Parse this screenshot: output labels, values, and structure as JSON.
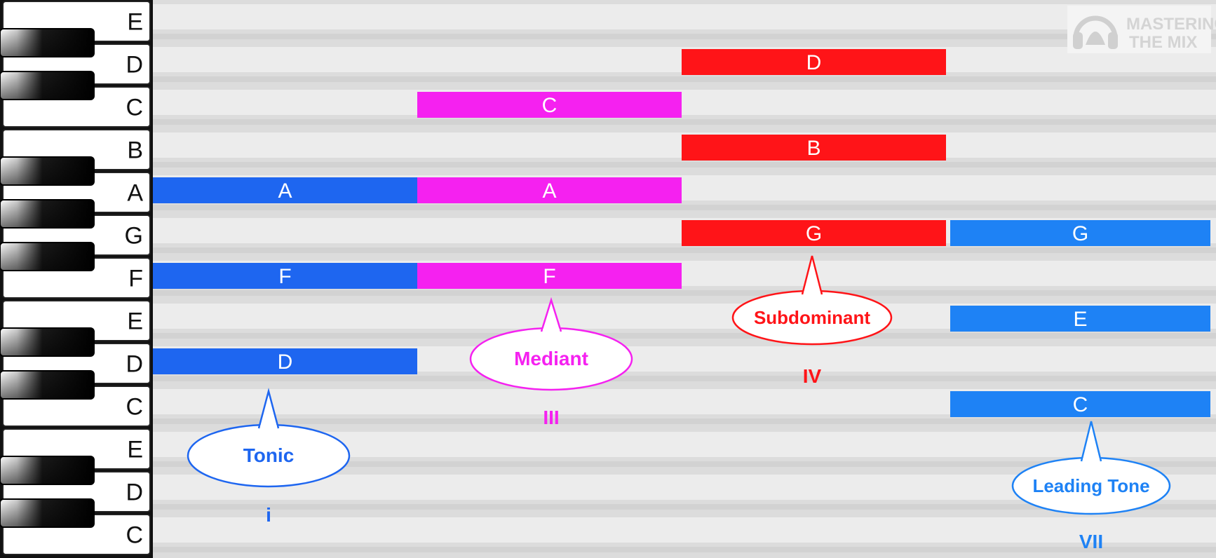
{
  "watermark": {
    "line1": "MASTERING",
    "line2": "THE MIX",
    "icon": "headphones-icon"
  },
  "key_labels": [
    "E",
    "D",
    "C",
    "B",
    "A",
    "G",
    "F",
    "E",
    "D",
    "C",
    "E",
    "D",
    "C"
  ],
  "colors": {
    "tonic": "#1e66f0",
    "mediant": "#f521f0",
    "subdominant": "#ff1418",
    "leading": "#1e82f5",
    "grid_dark": "#dcdcdc",
    "grid_light": "#ececec"
  },
  "chords": [
    {
      "group": "tonic",
      "label": "Tonic",
      "numeral": "i",
      "notes": [
        {
          "label": "A",
          "row": 4
        },
        {
          "label": "F",
          "row": 6
        },
        {
          "label": "D",
          "row": 8
        }
      ]
    },
    {
      "group": "mediant",
      "label": "Mediant",
      "numeral": "III",
      "notes": [
        {
          "label": "C",
          "row": 2
        },
        {
          "label": "A",
          "row": 4
        },
        {
          "label": "F",
          "row": 6
        }
      ]
    },
    {
      "group": "subdominant",
      "label": "Subdominant",
      "numeral": "IV",
      "notes": [
        {
          "label": "D",
          "row": 1
        },
        {
          "label": "B",
          "row": 3
        },
        {
          "label": "G",
          "row": 5
        }
      ]
    },
    {
      "group": "leading",
      "label": "Leading Tone",
      "numeral": "VII",
      "notes": [
        {
          "label": "G",
          "row": 5
        },
        {
          "label": "E",
          "row": 7
        },
        {
          "label": "C",
          "row": 9
        }
      ]
    }
  ]
}
